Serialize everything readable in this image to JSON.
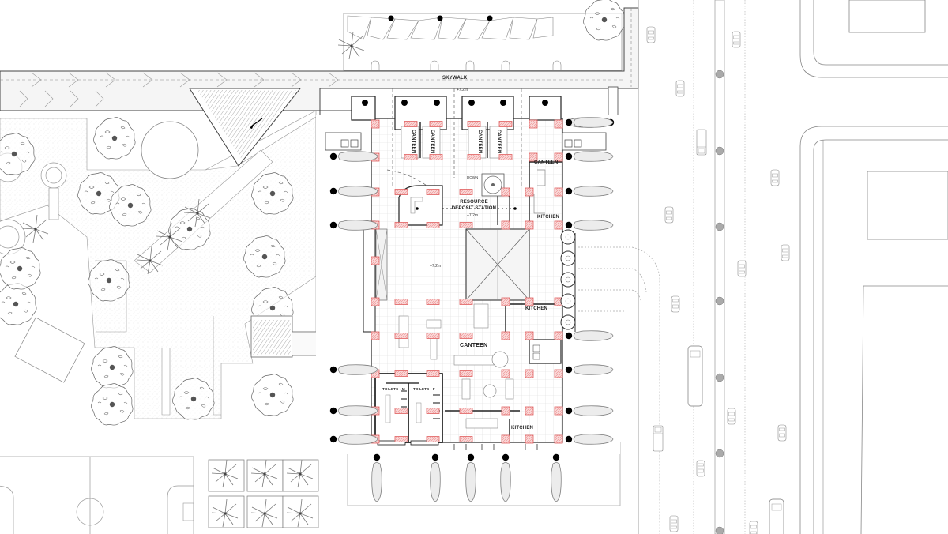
{
  "drawing": {
    "type": "architectural site & ground floor plan",
    "colors": {
      "background": "#ffffff",
      "line": "#444444",
      "light_line": "#9a9a9a",
      "column_highlight": "#e87a7a",
      "column_fill": "#f9d5d5",
      "grid": "#d9d9d9",
      "tree_trunk": "#555555",
      "bollard": "#999999",
      "hatch_fill": "#f2f2f2"
    }
  },
  "labels": {
    "skywalk": "SKYWALK",
    "skywalk_level": "+7.2m",
    "canteen_north_1a": "CANTEEN",
    "canteen_north_1b": "CANTEEN",
    "canteen_north_2a": "CANTEEN",
    "canteen_north_2b": "CANTEEN",
    "canteen_east": "CANTEEN",
    "resource_station_line1": "RESOURCE",
    "resource_station_line2": "DEPOSIT STATION",
    "resource_station_level": "+7.2m",
    "kitchen_north": "KITCHEN",
    "atrium_level": "+7.2m",
    "kitchen_mid": "KITCHEN",
    "canteen_main": "CANTEEN",
    "toilet_m": "TOILETS - M",
    "toilet_f": "TOILETS - F",
    "kitchen_south": "KITCHEN",
    "stair_down": "DOWN"
  }
}
